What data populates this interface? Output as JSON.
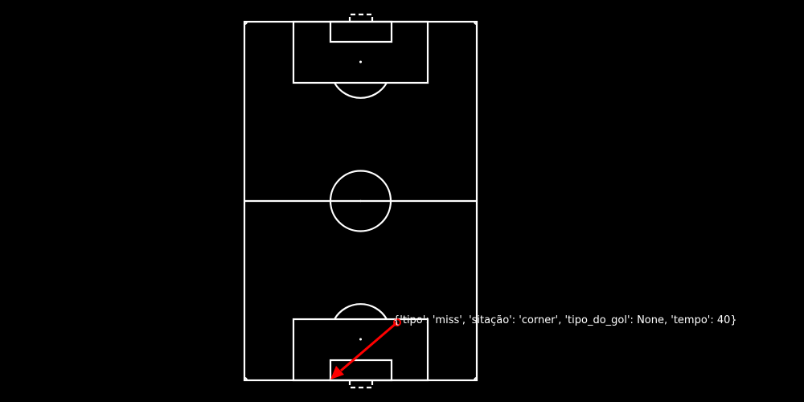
{
  "pitch": {
    "line_color": "#ffffff",
    "background": "#000000"
  },
  "shot": {
    "color": "#ff0000",
    "annotation": "{'tipo': 'miss', 'sitação': 'corner', 'tipo_do_gol': None, 'tempo': 40}",
    "tipo": "miss",
    "situacao": "corner",
    "tipo_do_gol": "None",
    "tempo": 40
  }
}
